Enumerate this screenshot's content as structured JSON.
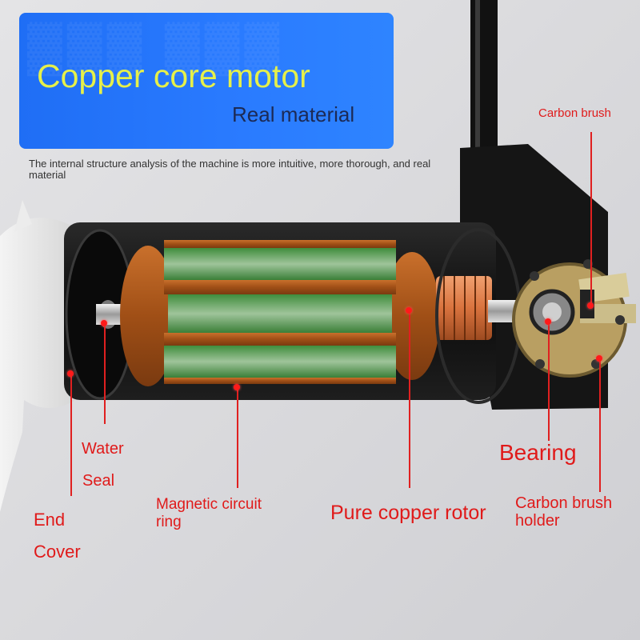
{
  "banner": {
    "title": "Copper core motor",
    "subtitle": "Real material"
  },
  "intro_text": "The internal structure analysis of the machine is more intuitive, more thorough, and real material",
  "labels": {
    "carbon_brush": "Carbon brush",
    "water": "Water",
    "seal": "Seal",
    "bearing": "Bearing",
    "end": "End",
    "cover": "Cover",
    "magnetic_line1": "Magnetic circuit",
    "magnetic_line2": "ring",
    "rotor": "Pure copper rotor",
    "holder_line1": "Carbon brush",
    "holder_line2": "holder"
  },
  "colors": {
    "banner_blue": "#2a7bff",
    "title_yellow": "#e6f04a",
    "label_red": "#e01a1a"
  }
}
